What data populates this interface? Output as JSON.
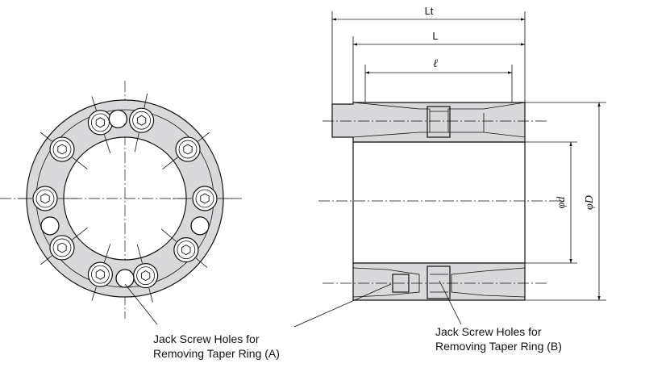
{
  "dimensions": {
    "overall_length": "Lt",
    "length": "L",
    "inner_length": "ℓ",
    "bore_diameter": "φd",
    "outer_diameter": "φD"
  },
  "callouts": {
    "jack_screw_a_line1": "Jack Screw Holes for",
    "jack_screw_a_line2": "Removing Taper Ring (A)",
    "jack_screw_b_line1": "Jack Screw Holes for",
    "jack_screw_b_line2": "Removing Taper Ring (B)"
  },
  "colors": {
    "line": "#111111",
    "fill": "#d9d9dc",
    "background": "#ffffff"
  }
}
